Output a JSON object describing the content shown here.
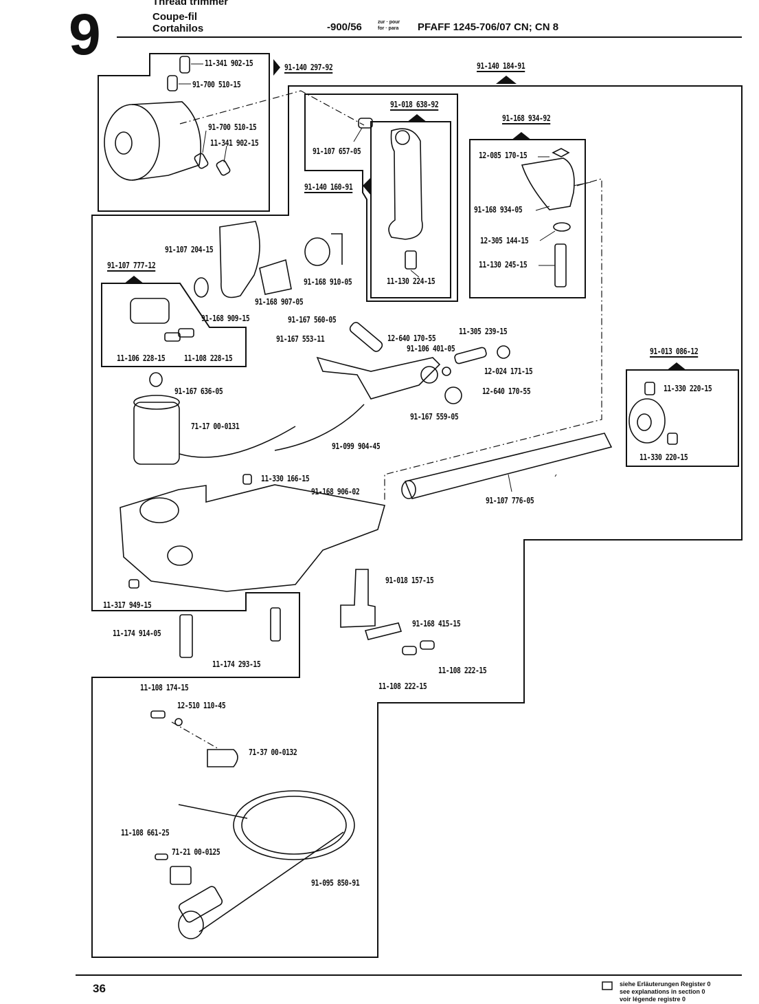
{
  "header": {
    "section_number": "9",
    "titles": [
      "Thread trimmer",
      "Coupe-fil",
      "Cortahilos"
    ],
    "variant": "-900/56",
    "for_label_top": "zur · pour",
    "for_label_bottom": "for · para",
    "model": "PFAFF 1245-706/07 CN; CN 8"
  },
  "assemblies": {
    "a1": "91-140 297-92",
    "a2": "91-140 184-91",
    "a3": "91-018 638-92",
    "a4": "91-168 934-92",
    "a5": "91-140 160-91",
    "a6": "91-107 777-12",
    "a7": "91-013 086-12"
  },
  "parts": {
    "p1": "11-341 902-15",
    "p2": "91-700 510-15",
    "p3": "91-700 510-15",
    "p4": "11-341 902-15",
    "p5": "91-107 657-05",
    "p6": "12-085 170-15",
    "p7": "91-168 934-05",
    "p8": "12-305 144-15",
    "p9": "11-130 245-15",
    "p10": "11-130 224-15",
    "p11": "91-107 204-15",
    "p12": "91-168 910-05",
    "p13": "91-168 907-05",
    "p14": "91-168 909-15",
    "p15": "11-106 228-15",
    "p16": "11-108 228-15",
    "p17": "91-167 560-05",
    "p18": "91-167 553-11",
    "p19": "12-640 170-55",
    "p20": "91-106 401-05",
    "p21": "11-305 239-15",
    "p22": "12-024 171-15",
    "p23": "12-640 170-55",
    "p24": "91-167 559-05",
    "p25": "91-167 636-05",
    "p26": "71-17 00-0131",
    "p27": "91-099 904-45",
    "p28": "11-330 220-15",
    "p29": "11-330 220-15",
    "p30": "11-330 166-15",
    "p31": "91-168 906-02",
    "p32": "91-107 776-05",
    "p33": "11-317 949-15",
    "p34": "11-174 914-05",
    "p35": "11-174 293-15",
    "p36": "91-018 157-15",
    "p37": "91-168 415-15",
    "p38": "11-108 222-15",
    "p39": "11-108 222-15",
    "p40": "11-108 174-15",
    "p41": "12-510 110-45",
    "p42": "71-37 00-0132",
    "p43": "11-108 661-25",
    "p44": "71-21 00-0125",
    "p45": "91-095 850-91"
  },
  "footer": {
    "page_number": "36",
    "note_lines": [
      "siehe Erläuterungen Register 0",
      "see explanations in section 0",
      "voir légende registre 0"
    ]
  }
}
